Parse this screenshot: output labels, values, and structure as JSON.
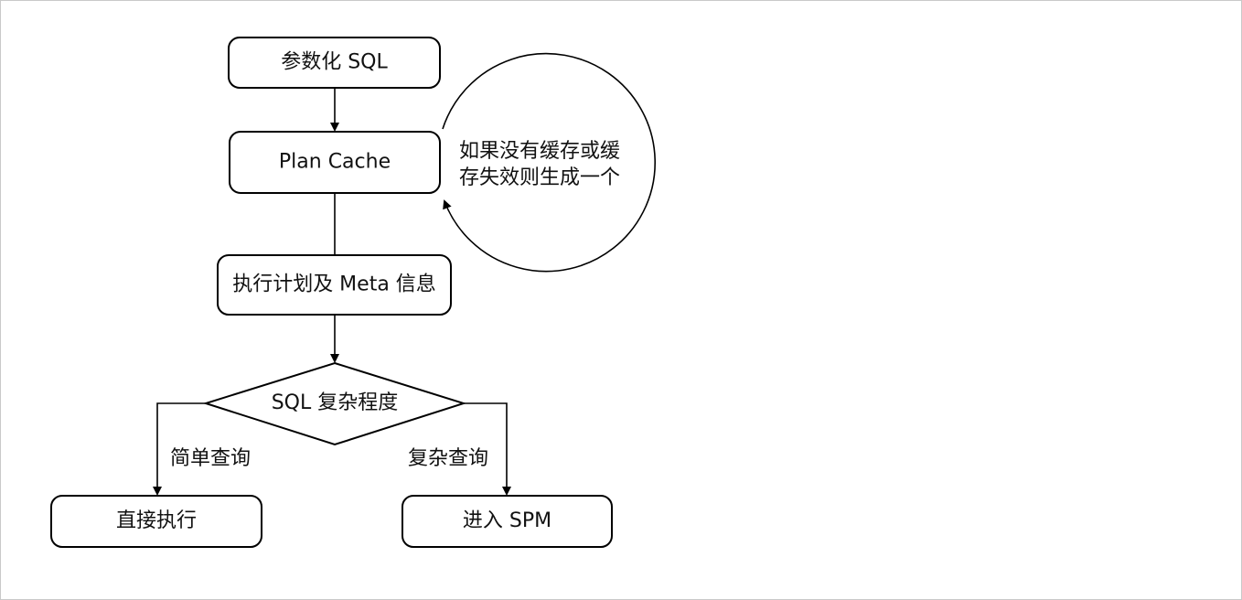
{
  "diagram": {
    "nodes": {
      "parameterized_sql": "参数化 SQL",
      "plan_cache": "Plan Cache",
      "plan_and_meta": "执行计划及 Meta 信息",
      "sql_complexity": "SQL 复杂程度",
      "direct_execute": "直接执行",
      "enter_spm": "进入 SPM"
    },
    "loop_note": {
      "line1": "如果没有缓存或缓",
      "line2": "存失效则生成一个"
    },
    "edge_labels": {
      "simple_query": "简单查询",
      "complex_query": "复杂查询"
    }
  }
}
